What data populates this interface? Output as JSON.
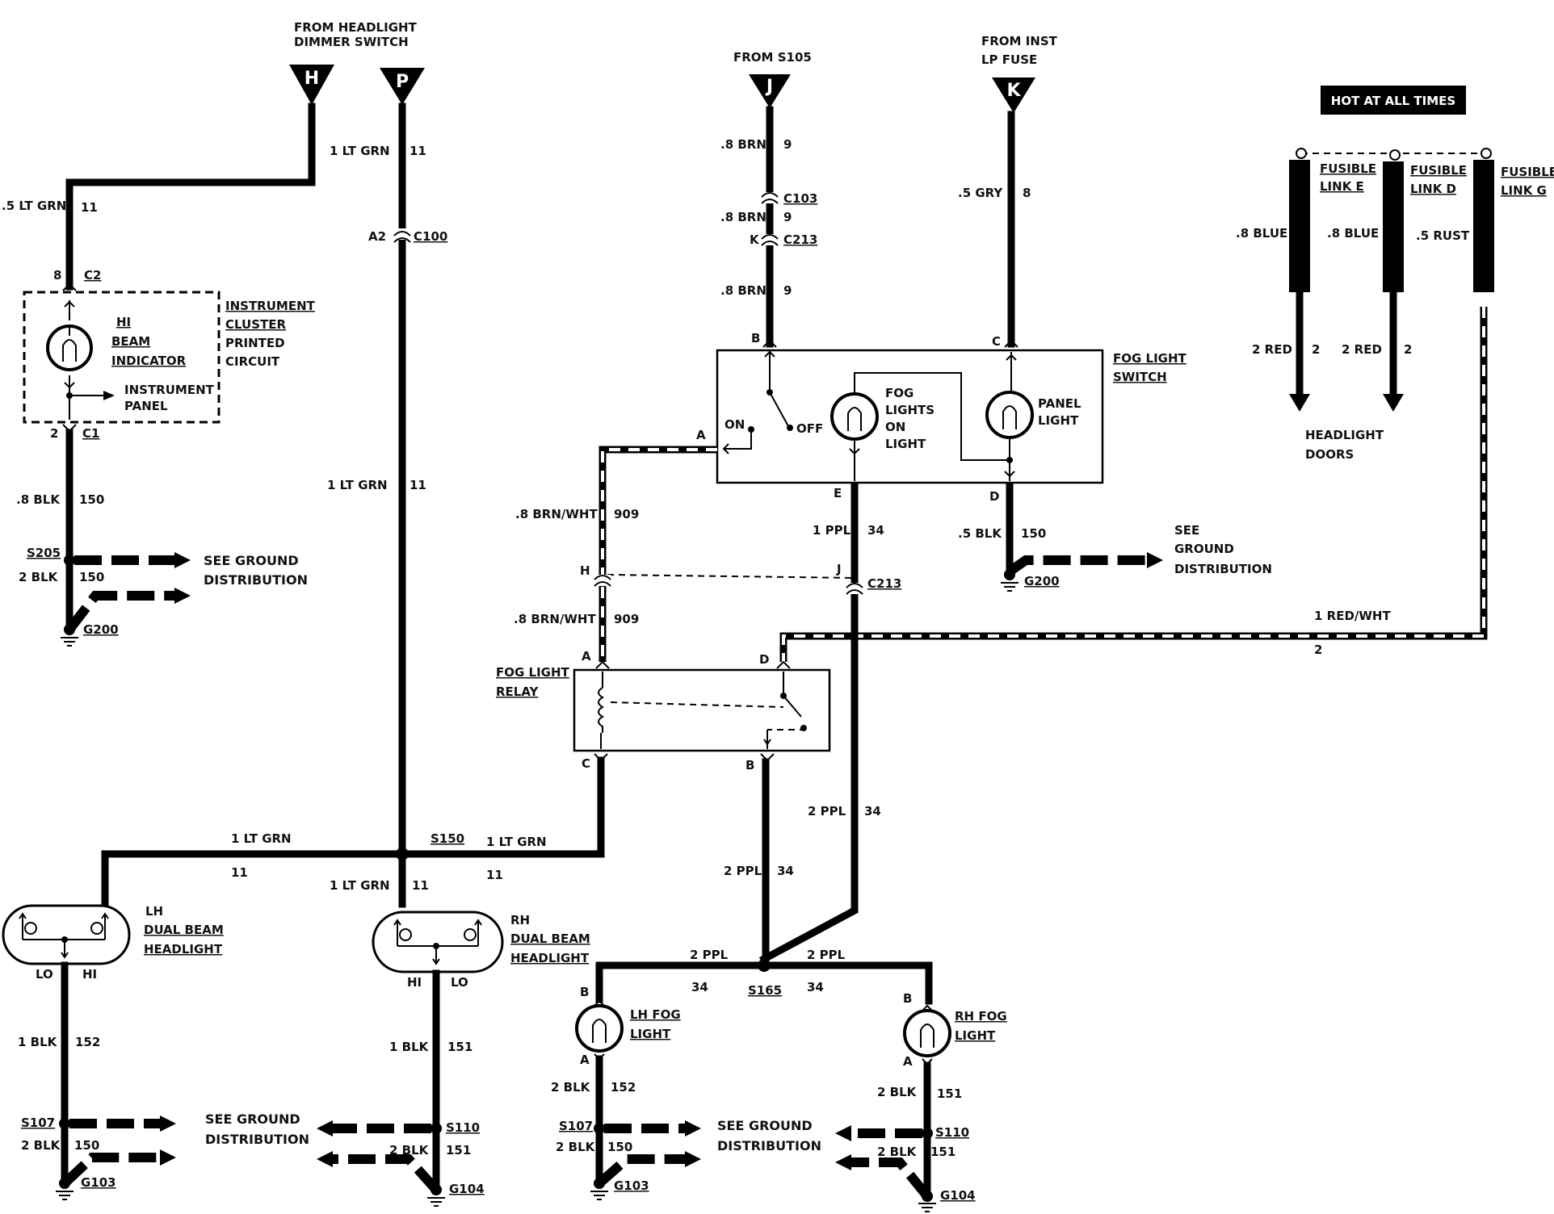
{
  "sources": {
    "H": {
      "letter": "H",
      "caption": [
        "FROM HEADLIGHT",
        "DIMMER SWITCH"
      ]
    },
    "P": {
      "letter": "P"
    },
    "J": {
      "letter": "J",
      "caption": [
        "FROM S105"
      ]
    },
    "K": {
      "letter": "K",
      "caption": [
        "FROM INST",
        "LP FUSE"
      ]
    }
  },
  "hot_banner": "HOT AT ALL TIMES",
  "fusible_links": [
    {
      "label": [
        "FUSIBLE",
        "LINK E"
      ],
      "wire": ".8 BLUE",
      "out_wire": "2 RED",
      "out_circuit": "2"
    },
    {
      "label": [
        "FUSIBLE",
        "LINK D"
      ],
      "wire": ".8 BLUE",
      "out_wire": "2 RED",
      "out_circuit": "2"
    },
    {
      "label": [
        "FUSIBLE",
        "LINK G"
      ],
      "wire": ".5 RUST"
    }
  ],
  "headlight_doors": [
    "HEADLIGHT",
    "DOORS"
  ],
  "instrument_cluster": {
    "label": [
      "INSTRUMENT",
      "CLUSTER",
      "PRINTED",
      "CIRCUIT"
    ],
    "indicator": [
      "HI",
      "BEAM",
      "INDICATOR"
    ],
    "panel": [
      "INSTRUMENT",
      "PANEL"
    ],
    "pin_top": "8",
    "conn_top": "C2",
    "pin_bot": "2",
    "conn_bot": "C1"
  },
  "fog_switch": {
    "label": [
      "FOG LIGHT",
      "SWITCH"
    ],
    "on": "ON",
    "off": "OFF",
    "fog_lamp": [
      "FOG",
      "LIGHTS",
      "ON",
      "LIGHT"
    ],
    "panel_lamp": [
      "PANEL",
      "LIGHT"
    ],
    "pins": {
      "A": "A",
      "B": "B",
      "C": "C",
      "D": "D",
      "E": "E"
    }
  },
  "fog_relay": {
    "label": [
      "FOG LIGHT",
      "RELAY"
    ],
    "pins": {
      "A": "A",
      "B": "B",
      "C": "C",
      "D": "D"
    }
  },
  "wires": {
    "h_out": {
      "gauge": ".5 LT GRN",
      "circuit": "11"
    },
    "p_top": {
      "gauge": "1 LT GRN",
      "circuit": "11"
    },
    "p_mid": {
      "gauge": "1 LT GRN",
      "circuit": "11"
    },
    "c100": {
      "pin": "A2",
      "conn": "C100"
    },
    "ic_gnd": {
      "gauge": ".8 BLK",
      "circuit": "150"
    },
    "s205": {
      "splice": "S205",
      "gauge": "2 BLK",
      "circuit": "150",
      "ground": "G200"
    },
    "j1": {
      "gauge": ".8 BRN",
      "circuit": "9"
    },
    "c103": {
      "conn": "C103"
    },
    "j2": {
      "gauge": ".8 BRN",
      "circuit": "9"
    },
    "c213a": {
      "pin": "K",
      "conn": "C213"
    },
    "j3": {
      "gauge": ".8 BRN",
      "circuit": "9"
    },
    "k1": {
      "gauge": ".5 GRY",
      "circuit": "8"
    },
    "sw_a1": {
      "gauge": ".8 BRN/WHT",
      "circuit": "909"
    },
    "sw_a2": {
      "gauge": ".8 BRN/WHT",
      "circuit": "909"
    },
    "c213b": {
      "pin_h": "H",
      "pin_j": "J",
      "conn": "C213"
    },
    "sw_e": {
      "gauge": "1 PPL",
      "circuit": "34"
    },
    "sw_d": {
      "gauge": ".5 BLK",
      "circuit": "150",
      "ground": "G200"
    },
    "red_wht": {
      "gauge": "1 RED/WHT",
      "circuit": "2"
    },
    "ppl_r": {
      "gauge": "2 PPL",
      "circuit": "34"
    },
    "ppl_b": {
      "gauge": "2 PPL",
      "circuit": "34"
    },
    "s150": {
      "splice": "S150",
      "left_gauge": "1 LT GRN",
      "left_circuit": "11",
      "right_gauge": "1 LT GRN",
      "right_circuit": "11",
      "down_gauge": "1 LT GRN",
      "down_circuit": "11"
    },
    "s165": {
      "splice": "S165",
      "left_gauge": "2 PPL",
      "left_circuit": "34",
      "right_gauge": "2 PPL",
      "right_circuit": "34"
    }
  },
  "headlamps": {
    "lh": {
      "label": [
        "LH",
        "DUAL BEAM",
        "HEADLIGHT"
      ],
      "lo": "LO",
      "hi": "HI",
      "gauge": "1 BLK",
      "circuit": "152",
      "splice": "S107",
      "g_gauge": "2 BLK",
      "g_circuit": "150",
      "ground": "G103"
    },
    "rh": {
      "label": [
        "RH",
        "DUAL BEAM",
        "HEADLIGHT"
      ],
      "lo": "LO",
      "hi": "HI",
      "gauge": "1 BLK",
      "circuit": "151",
      "splice": "S110",
      "g_gauge": "2 BLK",
      "g_circuit": "151",
      "ground": "G104"
    }
  },
  "fog_lamps": {
    "lh": {
      "label": [
        "LH FOG",
        "LIGHT"
      ],
      "pin_b": "B",
      "pin_a": "A",
      "gauge": "2 BLK",
      "circuit": "152",
      "splice": "S107",
      "g_gauge": "2 BLK",
      "g_circuit": "150",
      "ground": "G103"
    },
    "rh": {
      "label": [
        "RH FOG",
        "LIGHT"
      ],
      "pin_b": "B",
      "pin_a": "A",
      "gauge": "2 BLK",
      "circuit": "151",
      "splice": "S110",
      "g_gauge": "2 BLK",
      "g_circuit": "151",
      "ground": "G104"
    }
  },
  "see_ground": {
    "a": [
      "SEE GROUND",
      "DISTRIBUTION"
    ],
    "b": [
      "SEE",
      "GROUND",
      "DISTRIBUTION"
    ],
    "c": [
      "SEE GROUND",
      "DISTRIBUTION"
    ],
    "d": [
      "SEE GROUND",
      "DISTRIBUTION"
    ]
  }
}
